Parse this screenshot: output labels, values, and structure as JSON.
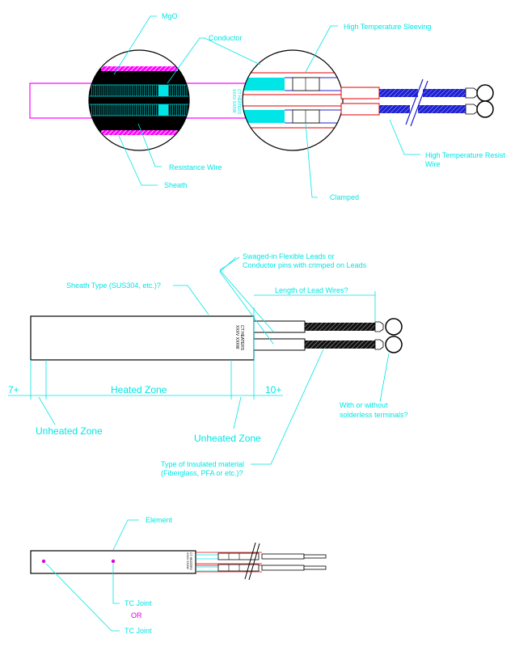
{
  "colors": {
    "leader": "#00e5e5",
    "sheath_outline": "#ff00ff",
    "sleeving_red": "#e00000",
    "braid_blue": "#2020d0",
    "conductor_cyan": "#00e5e5",
    "outline": "#000000",
    "tc_joint": "#e000e0"
  },
  "top_diagram": {
    "labels": {
      "mgo": "MgO",
      "conductor": "Conductor",
      "resistance_wire": "Resistance Wire",
      "sheath": "Sheath",
      "high_temp_sleeving": "High Temperature Sleeving",
      "high_temp_resist_wire_line1": "High Temperature Resist",
      "high_temp_resist_wire_line2": "Wire",
      "clamped": "Clamped"
    },
    "marking_line1": "CT HEATERS",
    "marking_line2": "XXXV XXXW"
  },
  "middle_diagram": {
    "labels": {
      "sheath_type": "Sheath Type (SUS304, etc.)?",
      "swaged_leads_line1": "Swaged-in Flexible Leads or",
      "swaged_leads_line2": "Conductor pins with crimped on Leads",
      "length_of_lead_wires": "Length of Lead Wires?",
      "heated_zone": "Heated Zone",
      "dim_left": "7+",
      "dim_right": "10+",
      "unheated_zone_left": "Unheated Zone",
      "unheated_zone_right": "Unheated Zone",
      "terminals_line1": "With or without",
      "terminals_line2": "solderless terminals?",
      "insulation_line1": "Type of Insulated material",
      "insulation_line2": "(Fiberglass, PFA or etc.)?"
    },
    "marking_line1": "CT HEATERS",
    "marking_line2": "XXXV XXXW"
  },
  "bottom_diagram": {
    "labels": {
      "element": "Element",
      "tc_joint_1": "TC Joint",
      "or": "OR",
      "tc_joint_2": "TC Joint"
    },
    "marking_line1": "CT HEATERS",
    "marking_line2": "XXXV XXXW"
  }
}
